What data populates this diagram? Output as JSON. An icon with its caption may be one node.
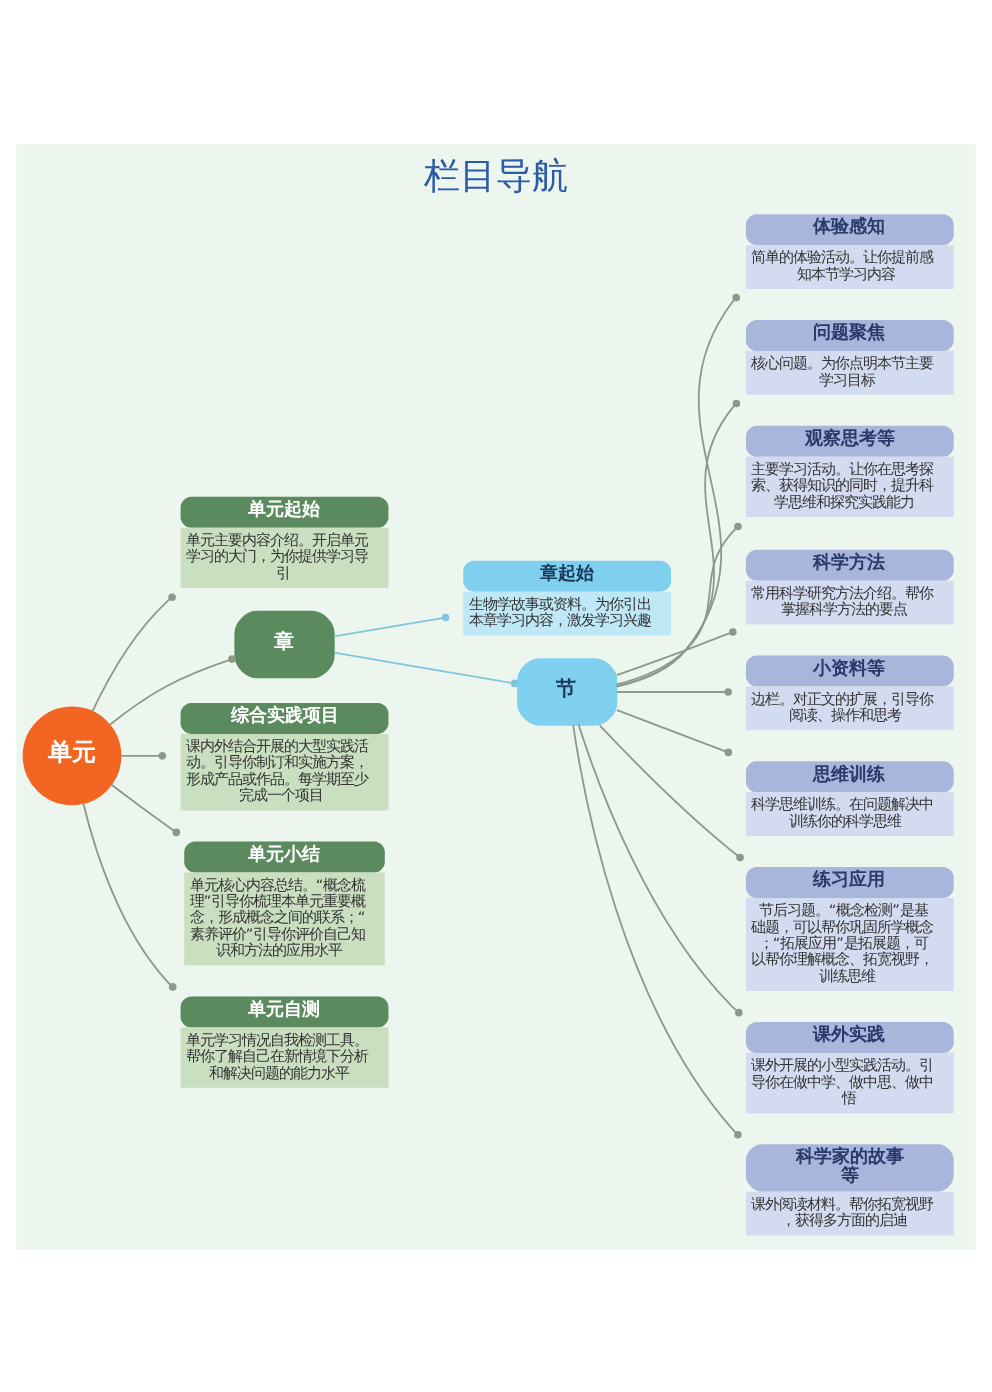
{
  "diagram": {
    "title": "栏目导航",
    "nodes": [
      {
        "text": [
          "单元"
        ]
      },
      {
        "text": [
          "单元起始",
          "单元主要内容介绍。开启单元学习的大门，为你提供学习导引"
        ]
      },
      {
        "text": [
          "章"
        ]
      },
      {
        "text": [
          "综合实践项目",
          "课内外结合开展的大型实践活动。引导你制订和实施方案，形成产品或作品。每学期至少完成一个项目"
        ]
      },
      {
        "text": [
          "单元小结",
          "单元核心内容总结。“概念梳理”引导你梳理本单元重要概念，形成概念之间的联系；“素养评价”引导你评价自己知识和方法的应用水平"
        ]
      },
      {
        "text": [
          "单元自测",
          "单元学习情况自我检测工具。帮你了解自己在新情境下分析和解决问题的能力水平"
        ]
      },
      {
        "text": [
          "章起始",
          "生物学故事或资料。为你引出本章学习内容，激发学习兴趣"
        ]
      },
      {
        "text": [
          "节"
        ]
      },
      {
        "text": [
          "体验感知",
          "简单的体验活动。让你提前感知本节学习内容"
        ]
      },
      {
        "text": [
          "问题聚焦",
          "核心问题。为你点明本节主要学习目标"
        ]
      },
      {
        "text": [
          "观察思考等",
          "主要学习活动。让你在思考探索、获得知识的同时，提升科学思维和探究实践能力"
        ]
      },
      {
        "text": [
          "科学方法",
          "常用科学研究方法介绍。帮你掌握科学方法的要点"
        ]
      },
      {
        "text": [
          "小资料等",
          "边栏。对正文的扩展，引导你阅读、操作和思考"
        ]
      },
      {
        "text": [
          "思维训练",
          "科学思维训练。在问题解决中训练你的科学思维"
        ]
      },
      {
        "text": [
          "练习应用",
          "节后习题。“概念检测”是基础题，可以帮你巩固所学概念；“拓展应用”是拓展题，可以帮你理解概念、拓宽视野，训练思维"
        ]
      },
      {
        "text": [
          "课外实践",
          "课外开展的小型实践活动。引导你在做中学、做中思、做中悟"
        ]
      },
      {
        "text": [
          "科学家的故事等",
          "课外阅读材料。帮你拓宽视野，获得多方面的启迪"
        ]
      }
    ],
    "edges": [
      {
        "from": 0,
        "to": 1,
        "arrow": "other"
      },
      {
        "from": 0,
        "to": 2,
        "arrow": "other"
      },
      {
        "from": 0,
        "to": 3,
        "arrow": "other"
      },
      {
        "from": 0,
        "to": 4,
        "arrow": "other"
      },
      {
        "from": 0,
        "to": 5,
        "arrow": "other"
      },
      {
        "from": 2,
        "to": 6,
        "arrow": "other",
        "color": "#7fc4e0"
      },
      {
        "from": 2,
        "to": 7,
        "arrow": "other",
        "color": "#7fc4e0"
      },
      {
        "from": 7,
        "to": 8,
        "arrow": "other"
      },
      {
        "from": 7,
        "to": 9,
        "arrow": "other"
      },
      {
        "from": 7,
        "to": 10,
        "arrow": "other"
      },
      {
        "from": 7,
        "to": 11,
        "arrow": "other"
      },
      {
        "from": 7,
        "to": 12,
        "arrow": "other"
      },
      {
        "from": 7,
        "to": 13,
        "arrow": "other"
      },
      {
        "from": 7,
        "to": 14,
        "arrow": "other"
      },
      {
        "from": 7,
        "to": 15,
        "arrow": "other"
      },
      {
        "from": 7,
        "to": 16,
        "arrow": "other"
      }
    ]
  }
}
